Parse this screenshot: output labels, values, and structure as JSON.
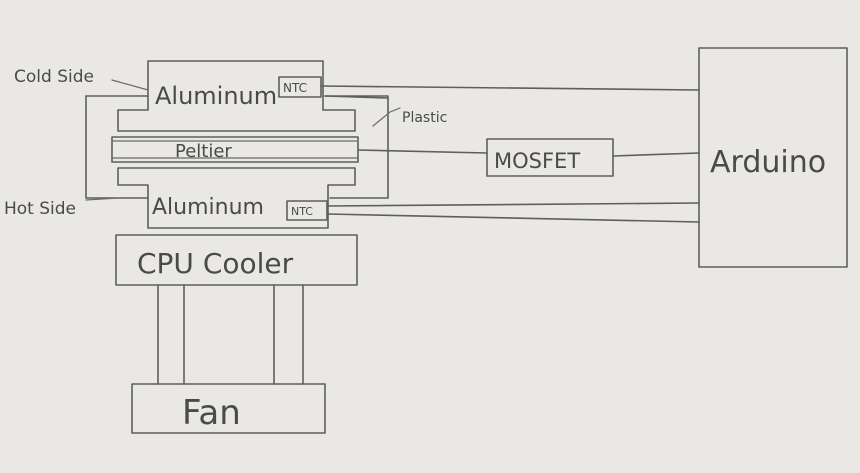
{
  "diagram": {
    "labels": {
      "cold_side": "Cold Side",
      "hot_side": "Hot Side",
      "plastic": "Plastic",
      "aluminum_top": "Aluminum",
      "aluminum_bottom": "Aluminum",
      "ntc_top": "NTC",
      "ntc_bottom": "NTC",
      "peltier": "Peltier",
      "mosfet": "MOSFET",
      "arduino": "Arduino",
      "cpu_cooler": "CPU Cooler",
      "fan": "Fan"
    },
    "colors": {
      "paper": "#e9e8e4",
      "pencil": "#5e5e5e"
    }
  }
}
